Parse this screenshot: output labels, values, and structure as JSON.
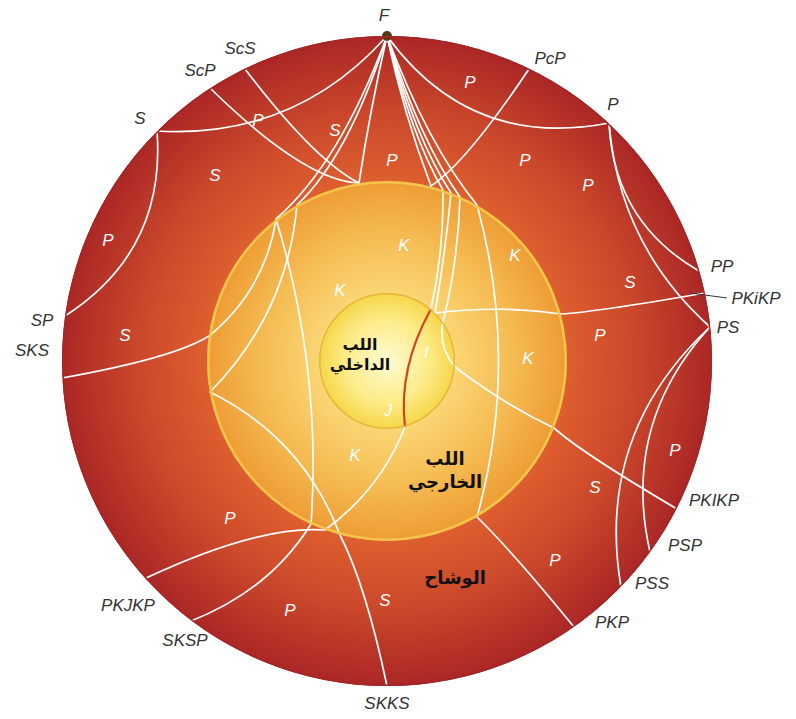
{
  "diagram": {
    "nodes": [
      {
        "text": [
          "الوشاح"
        ]
      },
      {
        "text": [
          "اللب الخارجي"
        ],
        "in": 0
      },
      {
        "text": [
          "اللب الداخلي"
        ],
        "in": 1
      }
    ],
    "labels": [
      "F",
      "ScS",
      "ScP",
      "S",
      "SP",
      "SKS",
      "PKJKP",
      "SKSP",
      "SKKS",
      "PKP",
      "PSS",
      "PSP",
      "PKIKP",
      "PS",
      "PKiKP",
      "PP",
      "P",
      "PcP",
      "P",
      "S",
      "S",
      "P",
      "P",
      "P",
      "P",
      "S",
      "P",
      "K",
      "K",
      "K",
      "K",
      "I",
      "J",
      "K",
      "S",
      "P",
      "S",
      "P",
      "P",
      "P",
      "P",
      "S"
    ]
  }
}
